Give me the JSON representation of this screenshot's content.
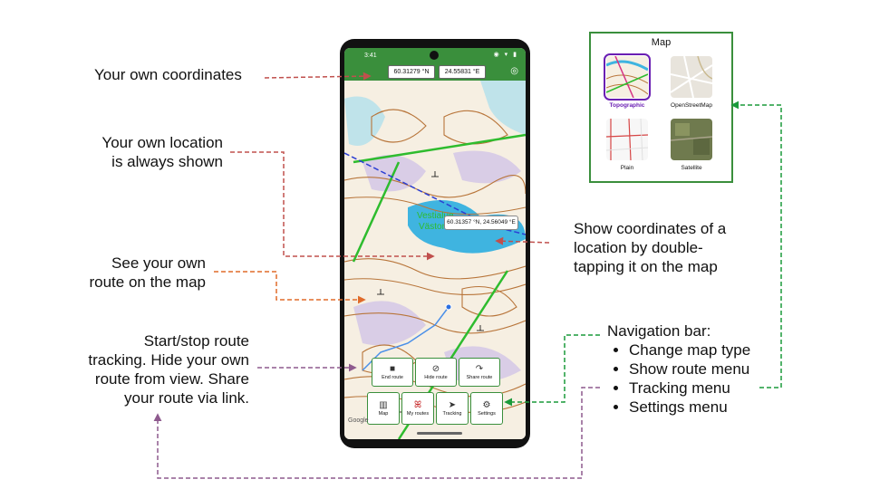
{
  "annotations": {
    "coords": "Your own coordinates",
    "location": [
      "Your own location",
      "is always shown"
    ],
    "route": [
      "See your own",
      "route on the map"
    ],
    "tracking": [
      "Start/stop route",
      "tracking. Hide your own",
      "route from view. Share",
      "your route via link."
    ],
    "double_tap": [
      "Show coordinates of a",
      "location by double-",
      "tapping it on the map"
    ],
    "nav_bar": {
      "title": "Navigation bar:",
      "items": [
        "Change map type",
        "Show route menu",
        "Tracking menu",
        "Settings menu"
      ]
    }
  },
  "phone": {
    "time": "3:41",
    "lat": "60.31279 °N",
    "lon": "24.55831 °E",
    "tap_coords": "60.31357 °N, 24.56049 °E",
    "map_text": [
      "Vestialue",
      "Västområ..."
    ],
    "attribution": "Google",
    "route_menu": [
      {
        "label": "End route",
        "icon": "■"
      },
      {
        "label": "Hide route",
        "icon": "⊘"
      },
      {
        "label": "Share route",
        "icon": "↷"
      }
    ],
    "nav": [
      {
        "label": "Map",
        "icon": "▥"
      },
      {
        "label": "My routes",
        "icon": "ꕤ"
      },
      {
        "label": "Tracking",
        "icon": "➤"
      },
      {
        "label": "Settings",
        "icon": "⚙"
      }
    ]
  },
  "map_types": {
    "title": "Map",
    "options": [
      {
        "label": "Topographic",
        "selected": true
      },
      {
        "label": "OpenStreetMap",
        "selected": false
      },
      {
        "label": "Plain",
        "selected": false
      },
      {
        "label": "Satellite",
        "selected": false
      }
    ]
  },
  "colors": {
    "accent_green": "#3a8f3c",
    "selected_purple": "#6a1fb3",
    "arrow_red": "#c0504d",
    "arrow_orange": "#e06b2a",
    "arrow_purple": "#8e5a8e",
    "arrow_green": "#1a9a3a"
  }
}
